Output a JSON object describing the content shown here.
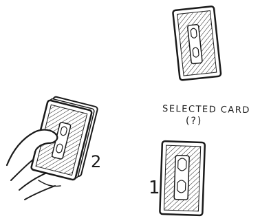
{
  "labels": {
    "selected_line1": "SELECTED CARD",
    "selected_line2": "(?)",
    "number_2": "2",
    "number_1": "1"
  },
  "colors": {
    "ink": "#1a1a1a",
    "paper": "#ffffff"
  },
  "icons": [
    "selected-card-icon",
    "hand-holding-deck-icon",
    "card-1-icon"
  ]
}
